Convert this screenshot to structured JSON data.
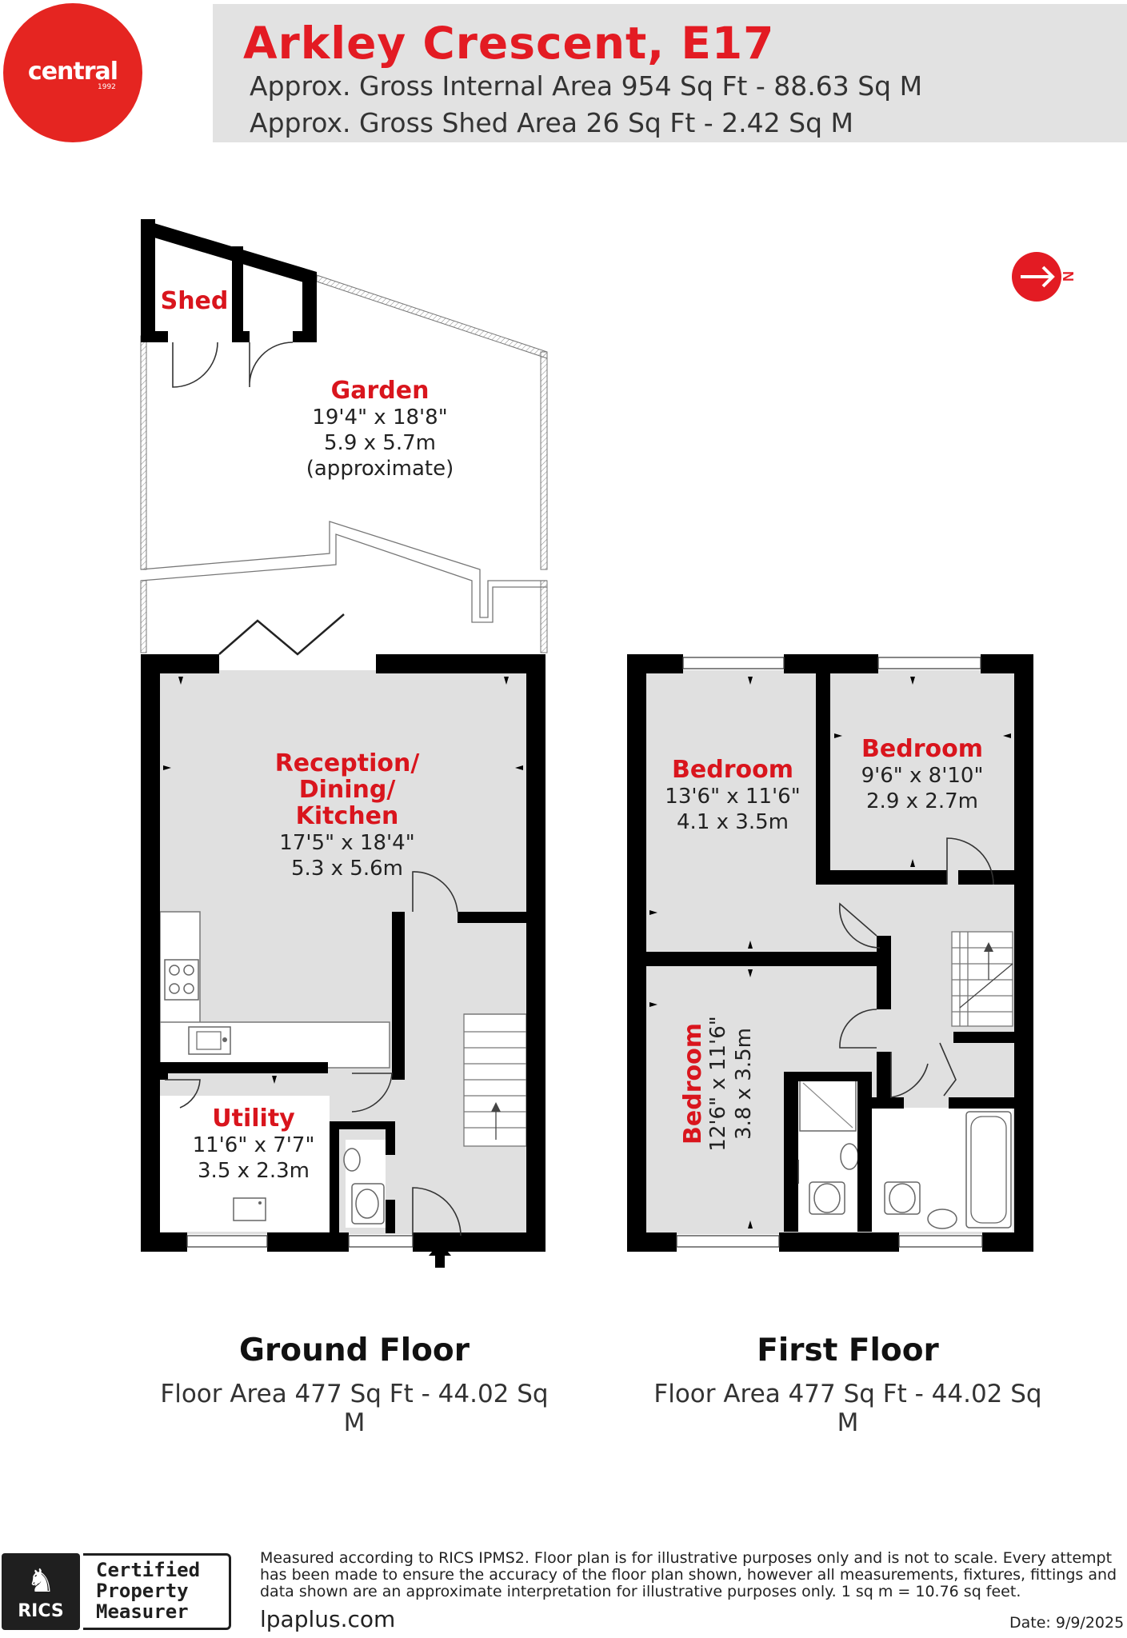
{
  "header": {
    "title": "Arkley Crescent, E17",
    "area_lines": [
      "Approx. Gross Internal Area 954 Sq Ft - 88.63 Sq M",
      "Approx. Gross Shed Area 26 Sq Ft - 2.42 Sq M"
    ]
  },
  "logo": {
    "word": "central",
    "year": "1992",
    "color": "#e52521"
  },
  "compass": {
    "label": "N",
    "icon": "north-arrow-icon"
  },
  "rooms": {
    "shed": {
      "name": "Shed"
    },
    "garden": {
      "name": "Garden",
      "dim_imperial": "19'4\" x 18'8\"",
      "dim_metric": "5.9 x 5.7m",
      "note": "(approximate)"
    },
    "reception": {
      "name_lines": [
        "Reception/",
        "Dining/",
        "Kitchen"
      ],
      "dim_imperial": "17'5\" x 18'4\"",
      "dim_metric": "5.3 x 5.6m"
    },
    "utility": {
      "name": "Utility",
      "dim_imperial": "11'6\" x 7'7\"",
      "dim_metric": "3.5 x 2.3m"
    },
    "bedroom1": {
      "name": "Bedroom",
      "dim_imperial": "13'6\" x 11'6\"",
      "dim_metric": "4.1 x 3.5m"
    },
    "bedroom2": {
      "name": "Bedroom",
      "dim_imperial": "9'6\" x 8'10\"",
      "dim_metric": "2.9 x 2.7m"
    },
    "bedroom3": {
      "name": "Bedroom",
      "dim_imperial": "12'6\" x 11'6\"",
      "dim_metric": "3.8 x 3.5m"
    }
  },
  "floors": [
    {
      "title": "Ground Floor",
      "area": "Floor Area 477 Sq Ft - 44.02 Sq M"
    },
    {
      "title": "First Floor",
      "area": "Floor Area 477 Sq Ft - 44.02 Sq M"
    }
  ],
  "footer": {
    "rics": "RICS",
    "cpm_lines": [
      "Certified",
      "Property",
      "Measurer"
    ],
    "disclaimer_lines": [
      "Measured according to RICS IPMS2. Floor plan is for illustrative purposes only and is not to scale. Every attempt",
      "has been made to ensure the accuracy of the floor plan shown, however all measurements, fixtures, fittings and",
      "data shown are an approximate interpretation for illustrative purposes only. 1 sq m = 10.76 sq feet."
    ],
    "website": "lpaplus.com",
    "date": "Date: 9/9/2025"
  },
  "colors": {
    "accent": "#e31b23",
    "wall": "#000000",
    "floor_fill": "#e0e0e0",
    "header_band": "#e2e2e2"
  }
}
